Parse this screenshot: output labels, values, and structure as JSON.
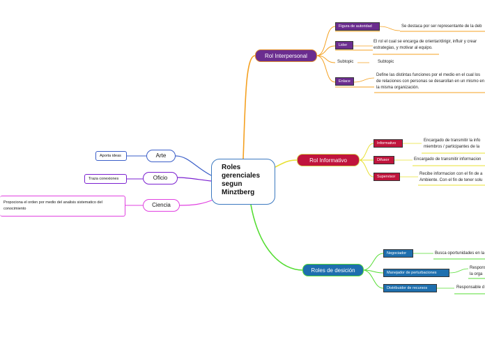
{
  "colors": {
    "interpersonal": "#6b2d8f",
    "informativo": "#c0143c",
    "decision": "#1e6fae",
    "branch_orange": "#f4a020",
    "branch_yellow": "#e8e030",
    "branch_green": "#55dd33",
    "left_blue": "#3a5ec8",
    "left_purple": "#7a1fd0",
    "left_magenta": "#e040e0"
  },
  "central": {
    "label": "Roles gerenciales segun Minztberg"
  },
  "interpersonal": {
    "label": "Rol Interpersonal",
    "items": [
      {
        "label": "Figura de autoridad",
        "detail": "Se destaca por ser representante de la deb"
      },
      {
        "label": "Lider",
        "detail": "El rol el cual se encarga de orientar/dirigir, influir y crear estrategias, y motivar al equipo."
      },
      {
        "label": "Subtopic",
        "detail": "Subtopic"
      },
      {
        "label": "Enlace",
        "detail": "Define las distintas funciones por el medio en el cual los de relaciones con personas se desarollan en un mismo en la misma organización."
      }
    ]
  },
  "informativo": {
    "label": "Rol Informativo",
    "items": [
      {
        "label": "Informativo",
        "detail": "Encargado de transmitir la info miembros / participantes de la"
      },
      {
        "label": "Difusor",
        "detail": "Encargado de transmitir informacion"
      },
      {
        "label": "Supervisor",
        "detail": "Recibe informacion con el fin de a Ambiente. Con el fin de tener solu"
      }
    ]
  },
  "decision": {
    "label": "Roles de desición",
    "items": [
      {
        "label": "Negociador",
        "detail": "Busca oportunidades en la"
      },
      {
        "label": "Manejador de perturbaciones",
        "detail": "Respons la orga"
      },
      {
        "label": "Distribuidor de recursos",
        "detail": "Responsable d"
      }
    ]
  },
  "left": [
    {
      "label": "Arte",
      "detail": "Aporta ideas"
    },
    {
      "label": "Oficio",
      "detail": "Traza conexiones"
    },
    {
      "label": "Ciencia",
      "detail": "Propociona el orden por medio del analisis sistematico del conocimiento"
    }
  ]
}
